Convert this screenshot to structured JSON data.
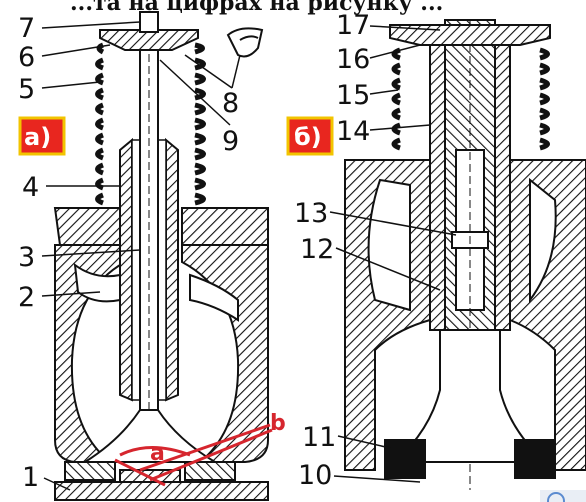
{
  "caption_fragment": "...та на цифрах на рисунку ...",
  "panel_labels": {
    "left": "а)",
    "right": "б)"
  },
  "callouts_left": [
    "7",
    "6",
    "5",
    "4",
    "3",
    "2",
    "1"
  ],
  "callouts_mid": [
    "8",
    "9"
  ],
  "callouts_right": [
    "17",
    "16",
    "15",
    "14",
    "13",
    "12",
    "11",
    "10"
  ],
  "angle_labels": {
    "a": "a",
    "b": "b"
  },
  "colors": {
    "panel_badge_bg": "#e8261f",
    "panel_badge_border": "#f2c400",
    "angle_lines": "#d6262e",
    "ink": "#111111"
  },
  "icons": [
    "search-icon"
  ]
}
